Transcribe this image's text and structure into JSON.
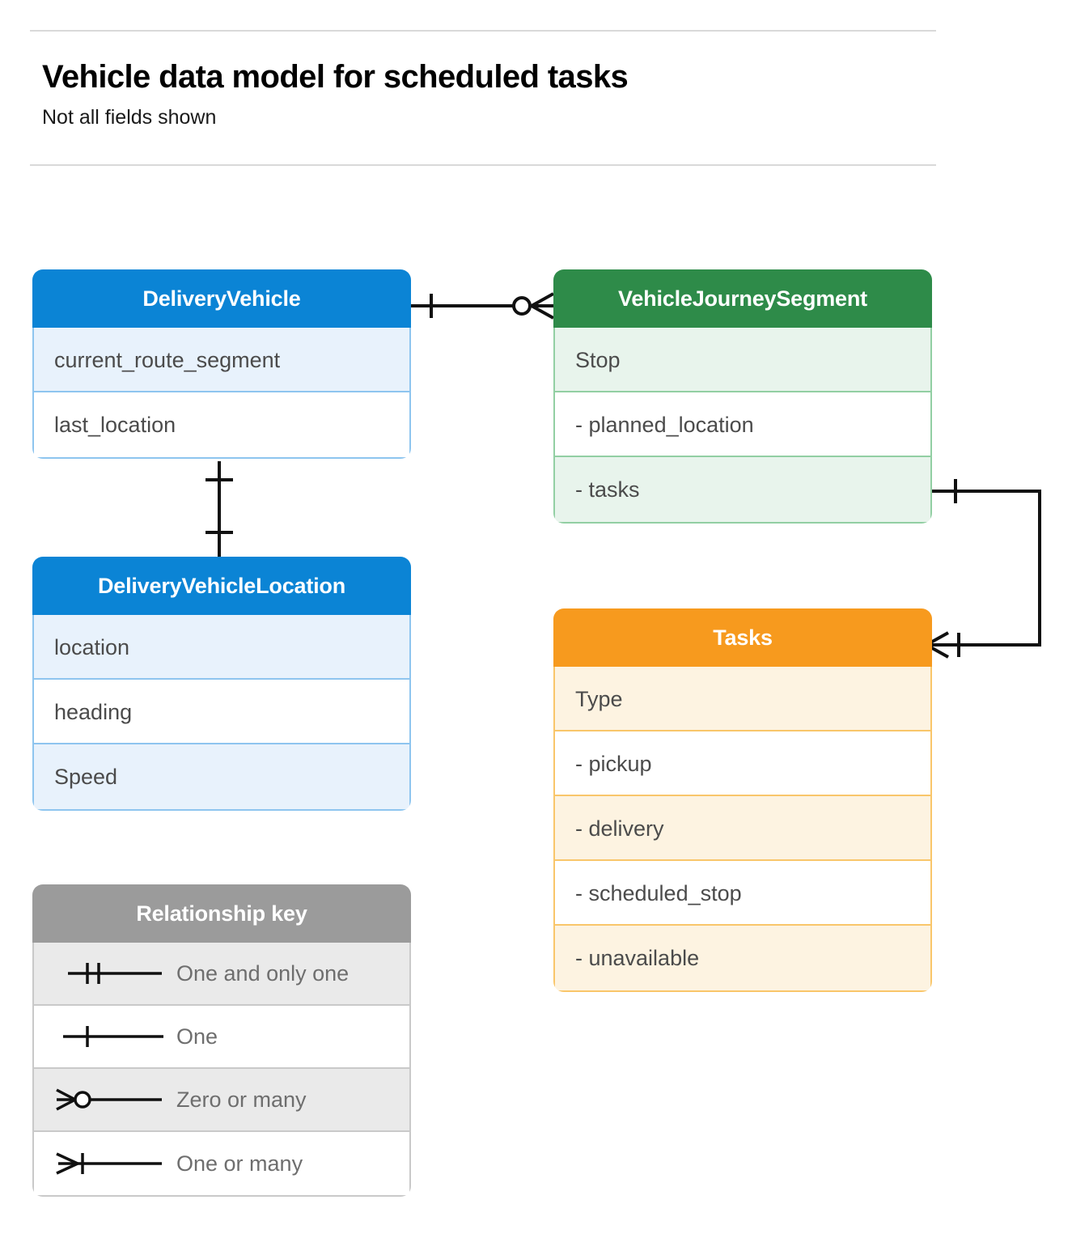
{
  "header": {
    "title": "Vehicle data model for scheduled tasks",
    "subtitle": "Not all fields shown"
  },
  "entities": {
    "delivery_vehicle": {
      "name": "DeliveryVehicle",
      "color": "#0b84d5",
      "fields": [
        "current_route_segment",
        "last_location"
      ]
    },
    "delivery_vehicle_location": {
      "name": "DeliveryVehicleLocation",
      "color": "#0b84d5",
      "fields": [
        "location",
        "heading",
        "Speed"
      ]
    },
    "vehicle_journey_segment": {
      "name": "VehicleJourneySegment",
      "color": "#2e8b49",
      "fields": [
        "Stop",
        "-  planned_location",
        "- tasks"
      ]
    },
    "tasks": {
      "name": "Tasks",
      "color": "#f79a1e",
      "fields": [
        "Type",
        "-  pickup",
        "-  delivery",
        "-  scheduled_stop",
        "-  unavailable"
      ]
    }
  },
  "legend": {
    "title": "Relationship key",
    "items": [
      {
        "symbol": "one-and-only-one",
        "label": "One and only one"
      },
      {
        "symbol": "one",
        "label": "One"
      },
      {
        "symbol": "zero-or-many",
        "label": "Zero or many"
      },
      {
        "symbol": "one-or-many",
        "label": "One or many"
      }
    ]
  },
  "relationships": [
    {
      "from": "DeliveryVehicle",
      "to": "VehicleJourneySegment",
      "from_cardinality": "One",
      "to_cardinality": "Zero or many"
    },
    {
      "from": "DeliveryVehicle",
      "to": "DeliveryVehicleLocation",
      "from_cardinality": "One",
      "to_cardinality": "One"
    },
    {
      "from": "VehicleJourneySegment",
      "to": "Tasks",
      "from_cardinality": "One",
      "to_cardinality": "One or many"
    }
  ],
  "colors": {
    "blue": "#0b84d5",
    "green": "#2e8b49",
    "orange": "#f79a1e",
    "gray": "#9b9b9b",
    "line": "#111111"
  }
}
